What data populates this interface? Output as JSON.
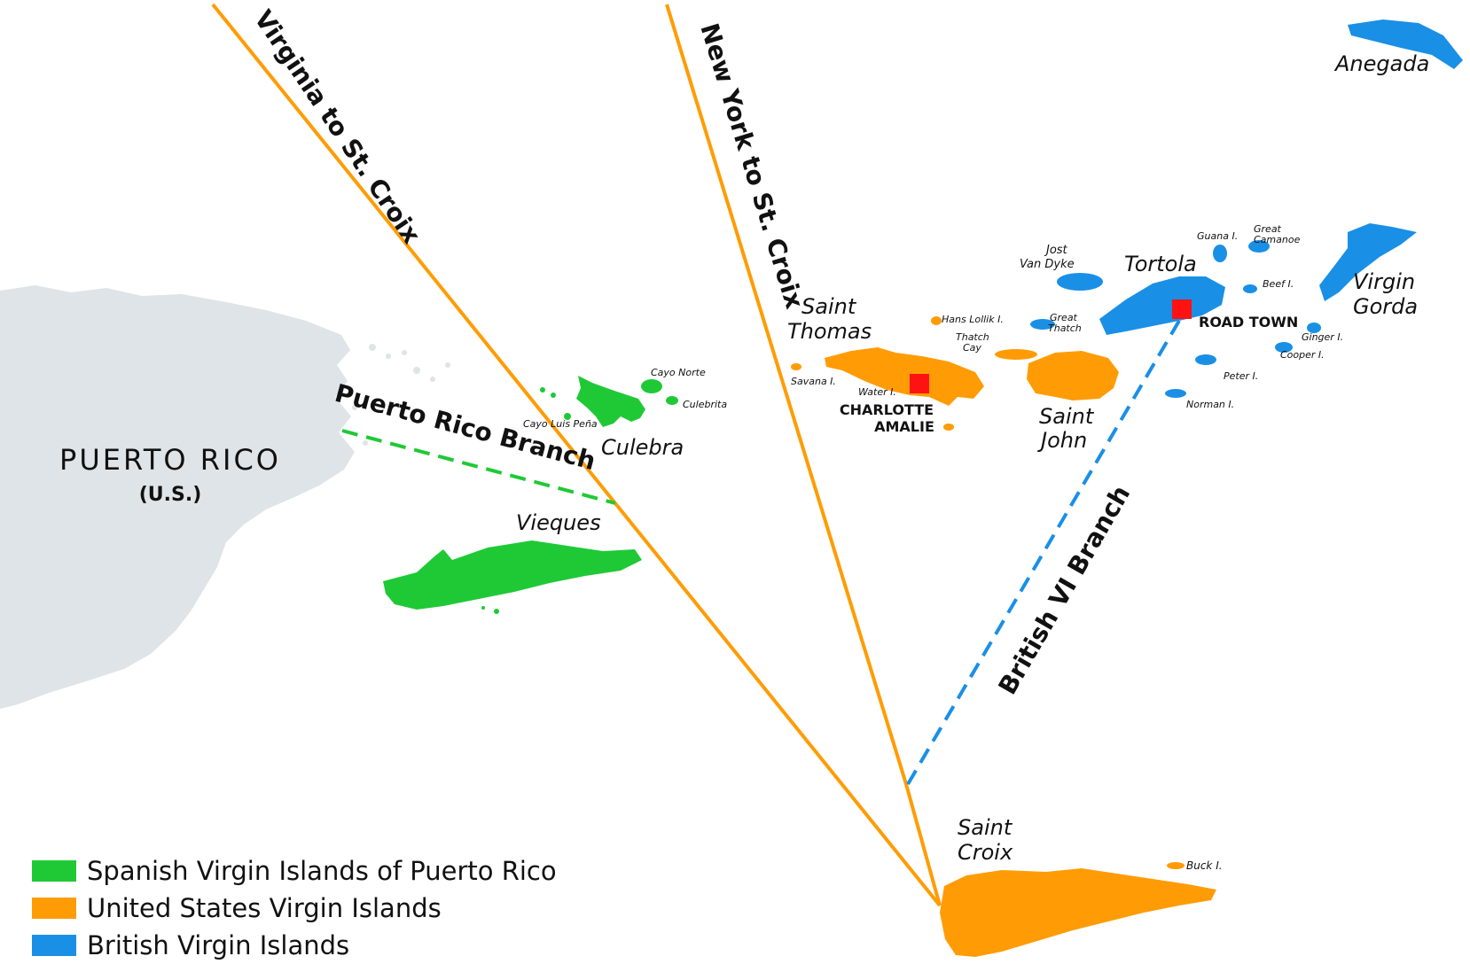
{
  "colors": {
    "spanish": "#1fc936",
    "us": "#ff9c05",
    "british": "#1a8fe6",
    "land": "#dfe4e8",
    "capital": "#ff1212",
    "route": "#ff9c05"
  },
  "labels": {
    "puerto_rico": "PUERTO RICO",
    "puerto_rico_sub": "(U.S.)",
    "virginia_route": "Virginia to St. Croix",
    "new_york_route": "New York to St. Croix",
    "puerto_rico_branch": "Puerto Rico Branch",
    "british_branch": "British VI Branch",
    "culebra": "Culebra",
    "cayo_norte": "Cayo Norte",
    "culebrita": "Culebrita",
    "cayo_luis_pena": "Cayo Luis Peña",
    "vieques": "Vieques",
    "saint_thomas_1": "Saint",
    "saint_thomas_2": "Thomas",
    "hans_lollik": "Hans Lollik I.",
    "thatch_cay_1": "Thatch",
    "thatch_cay_2": "Cay",
    "savana": "Savana I.",
    "water": "Water I.",
    "charlotte_1": "CHARLOTTE",
    "charlotte_2": "AMALIE",
    "saint_john_1": "Saint",
    "saint_john_2": "John",
    "jost_1": "Jost",
    "jost_2": "Van Dyke",
    "great_thatch_1": "Great",
    "great_thatch_2": "Thatch",
    "tortola": "Tortola",
    "guana": "Guana I.",
    "great_camanoe_1": "Great",
    "great_camanoe_2": "Camanoe",
    "beef": "Beef I.",
    "road_town": "ROAD TOWN",
    "virgin_gorda_1": "Virgin",
    "virgin_gorda_2": "Gorda",
    "ginger": "Ginger I.",
    "cooper": "Cooper I.",
    "peter": "Peter I.",
    "norman": "Norman I.",
    "anegada": "Anegada",
    "saint_croix_1": "Saint",
    "saint_croix_2": "Croix",
    "buck": "Buck I."
  },
  "legend": [
    {
      "label": "Spanish Virgin Islands of Puerto Rico",
      "color": "#1fc936"
    },
    {
      "label": "United States Virgin Islands",
      "color": "#ff9c05"
    },
    {
      "label": "British Virgin Islands",
      "color": "#1a8fe6"
    }
  ]
}
